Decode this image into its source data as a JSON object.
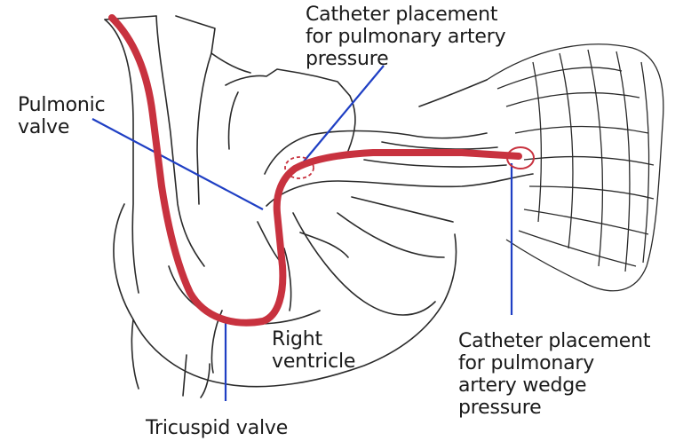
{
  "labels": {
    "pa_pressure": {
      "lines": [
        "Catheter placement",
        "for pulmonary artery",
        "pressure"
      ]
    },
    "pulmonic_valve": {
      "lines": [
        "Pulmonic",
        "valve"
      ]
    },
    "right_ventricle": {
      "lines": [
        "Right",
        "ventricle"
      ]
    },
    "pa_wedge_pressure": {
      "lines": [
        "Catheter placement",
        "for pulmonary",
        "artery wedge",
        "pressure"
      ]
    },
    "tricuspid_valve": {
      "lines": [
        "Tricuspid valve"
      ]
    }
  },
  "colors": {
    "catheter": "#c8323f",
    "leader_line": "#1f3fc4",
    "outline": "#2a2a2a",
    "marker": "#c8323f"
  }
}
